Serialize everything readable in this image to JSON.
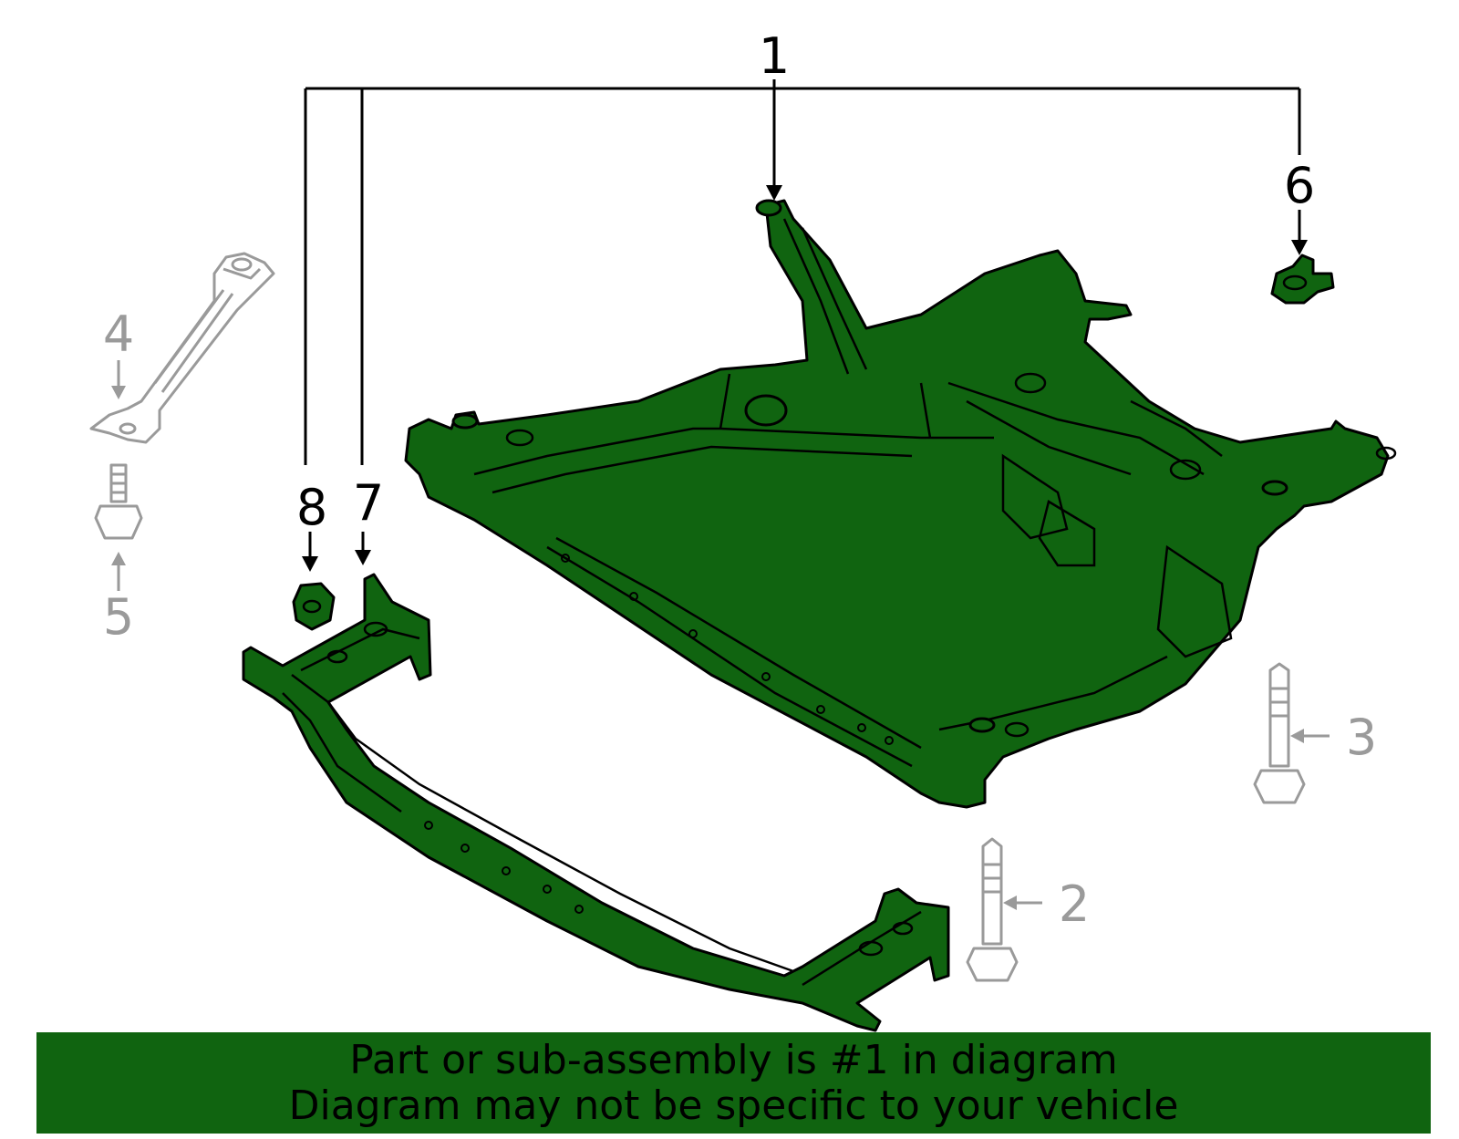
{
  "colors": {
    "highlight": "#106410",
    "outline": "#000000",
    "inactive": "#9a9a9a",
    "background": "#ffffff"
  },
  "callouts": [
    {
      "number": "1",
      "state": "highlighted"
    },
    {
      "number": "2",
      "state": "inactive"
    },
    {
      "number": "3",
      "state": "inactive"
    },
    {
      "number": "4",
      "state": "inactive"
    },
    {
      "number": "5",
      "state": "inactive"
    },
    {
      "number": "6",
      "state": "highlighted"
    },
    {
      "number": "7",
      "state": "highlighted"
    },
    {
      "number": "8",
      "state": "highlighted"
    }
  ],
  "banner": {
    "line1": "Part or sub-assembly is #1 in diagram",
    "line2": "Diagram may not be specific to your vehicle"
  }
}
